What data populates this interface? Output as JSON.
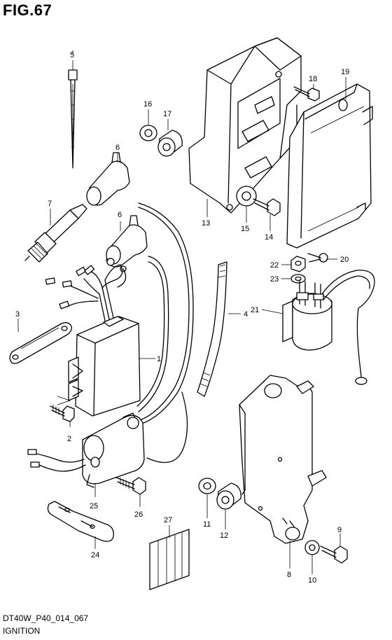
{
  "figure_title": "FIG.67",
  "footer": {
    "code": "DT40W_P40_014_067",
    "title": "IGNITION"
  },
  "callouts": {
    "c1": "1",
    "c2": "2",
    "c3": "3",
    "c4": "4",
    "c5": "5",
    "c6a": "6",
    "c6b": "6",
    "c7": "7",
    "c8": "8",
    "c9": "9",
    "c10": "10",
    "c11": "11",
    "c12": "12",
    "c13": "13",
    "c14": "14",
    "c15": "15",
    "c16": "16",
    "c17": "17",
    "c18": "18",
    "c19": "19",
    "c20": "20",
    "c21": "21",
    "c22": "22",
    "c23": "23",
    "c24": "24",
    "c25": "25",
    "c26": "26",
    "c27": "27"
  }
}
